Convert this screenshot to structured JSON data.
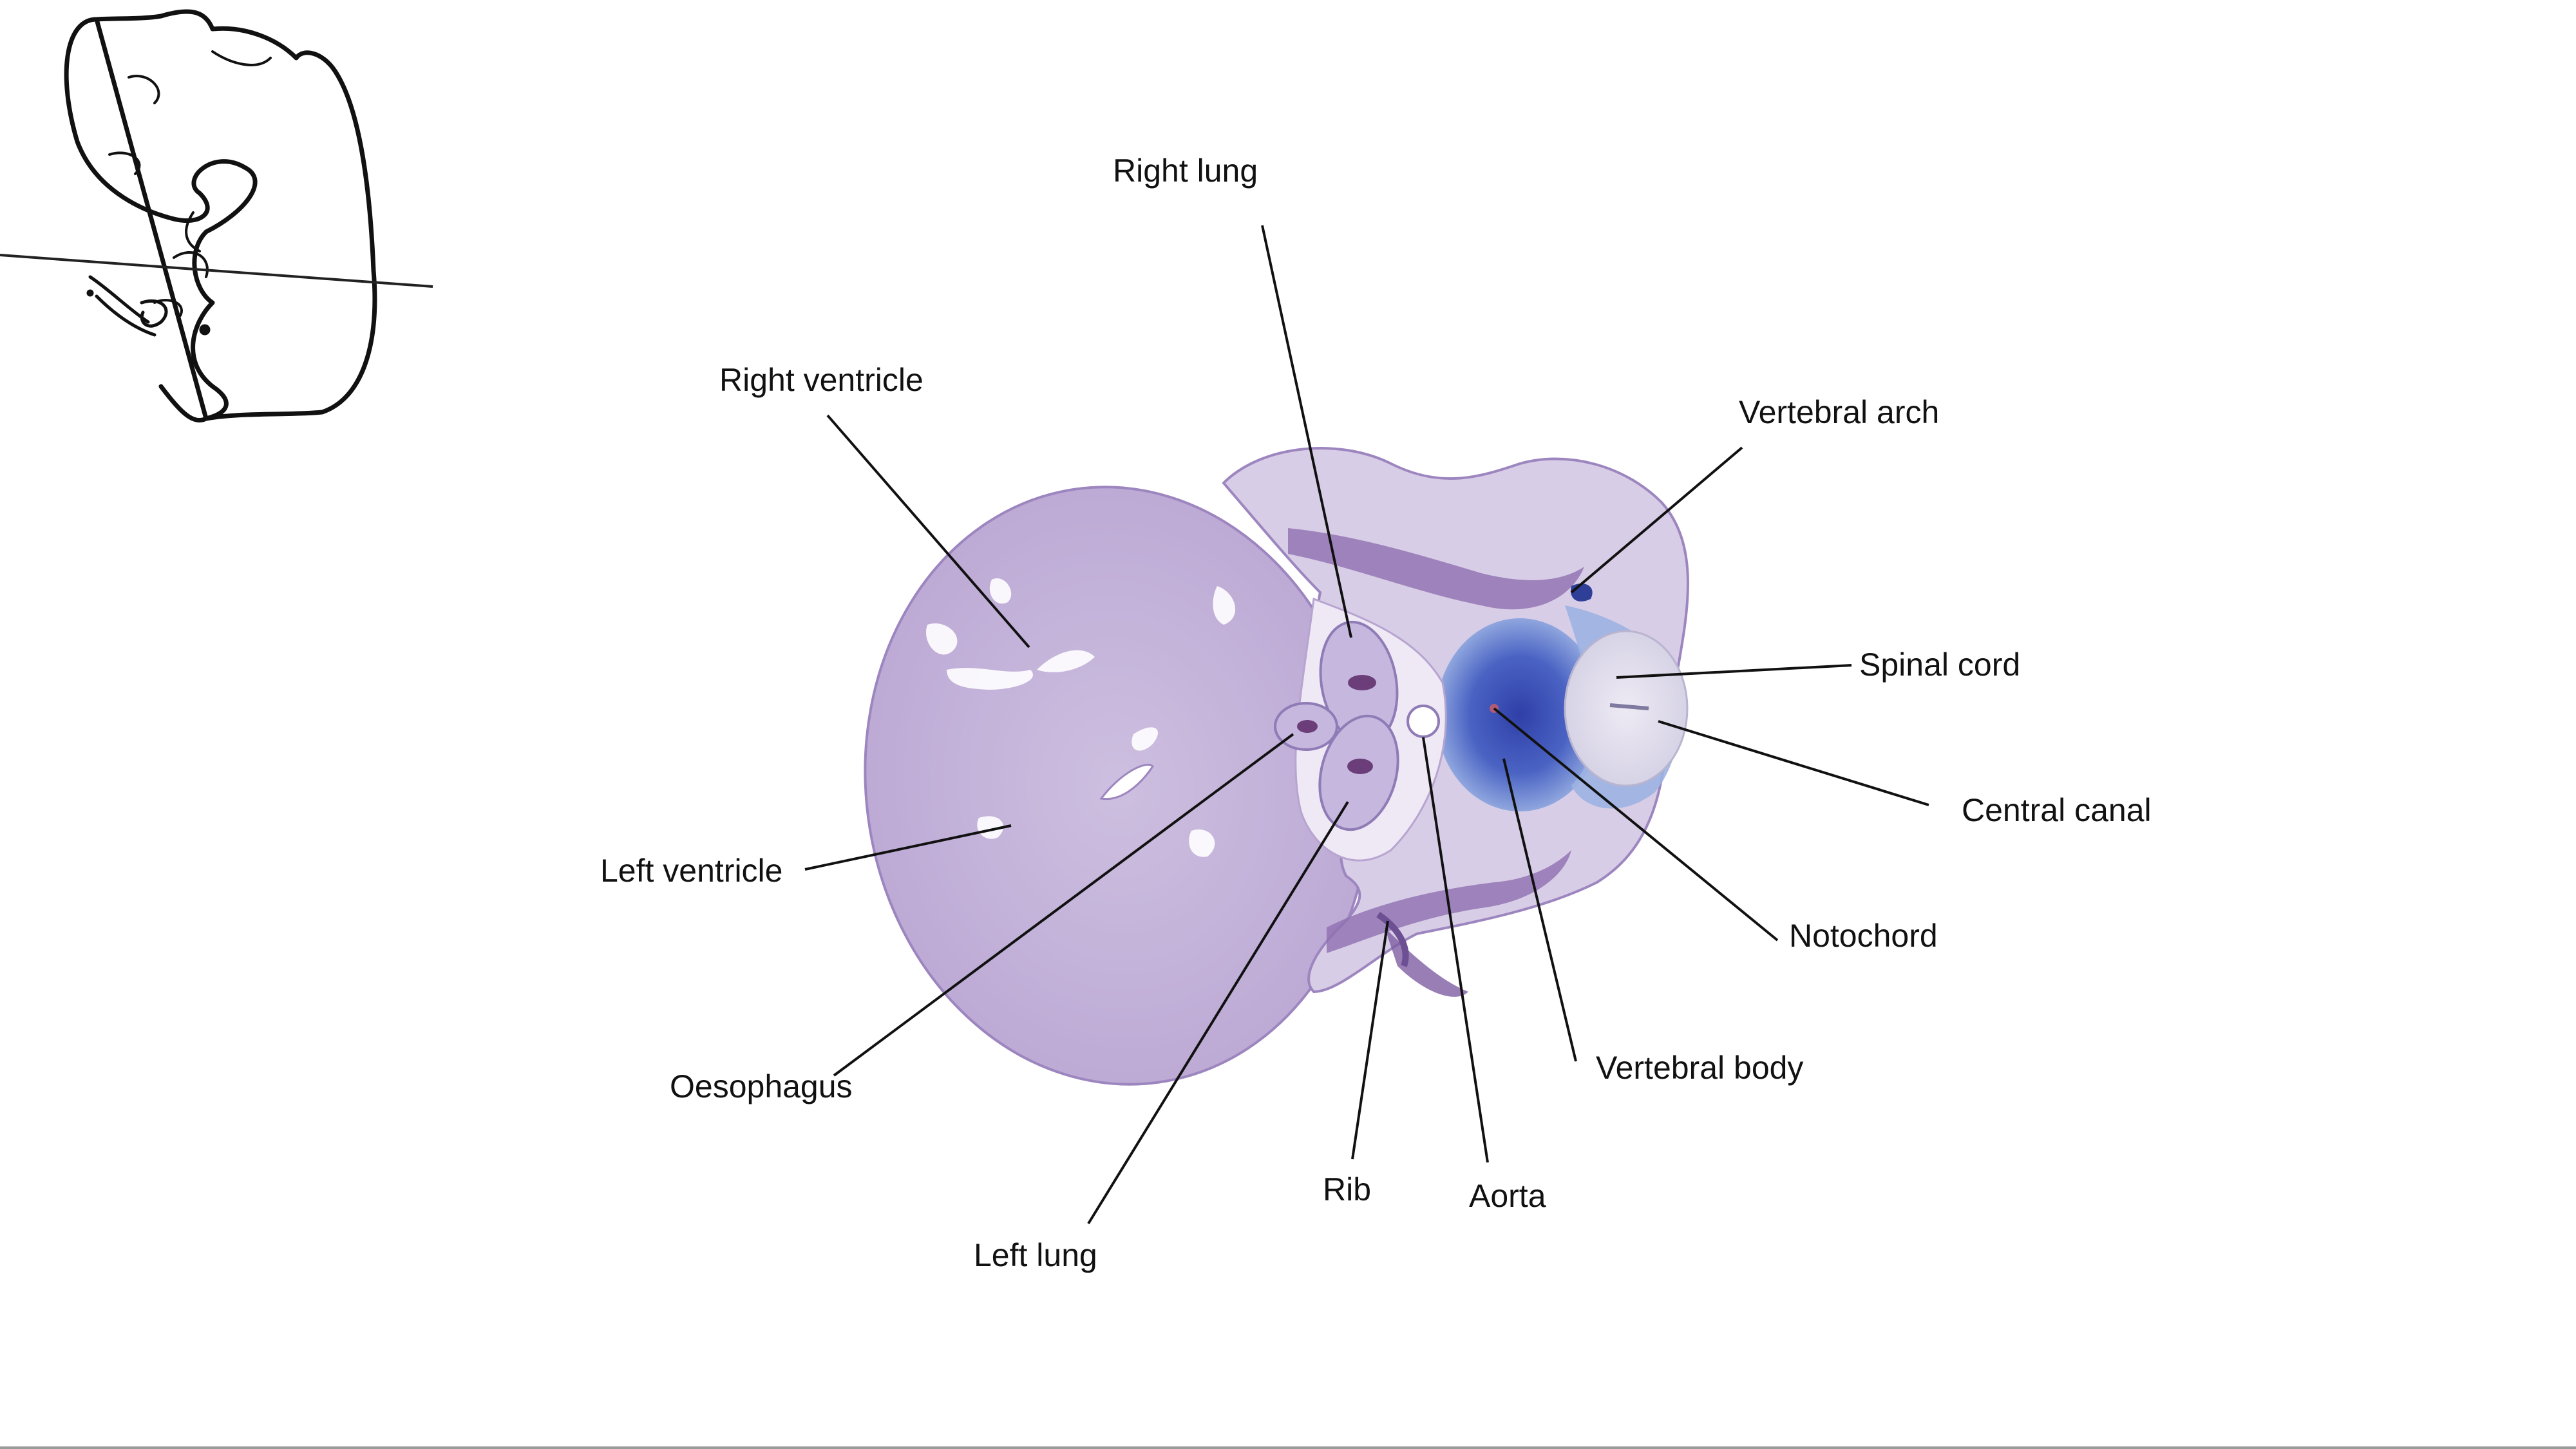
{
  "labels": {
    "right_lung": "Right lung",
    "right_ventricle": "Right ventricle",
    "vertebral_arch": "Vertebral arch",
    "spinal_cord": "Spinal cord",
    "central_canal": "Central canal",
    "left_ventricle": "Left ventricle",
    "notochord": "Notochord",
    "oesophagus": "Oesophagus",
    "vertebral_body": "Vertebral body",
    "rib": "Rib",
    "aorta": "Aorta",
    "left_lung": "Left lung"
  },
  "colors": {
    "tissue_fill": "#c9b8dc",
    "tissue_dark": "#8f6fb0",
    "cartilage_blue": "#3f55b5",
    "leader_line": "#111111",
    "outline": "#111111"
  }
}
